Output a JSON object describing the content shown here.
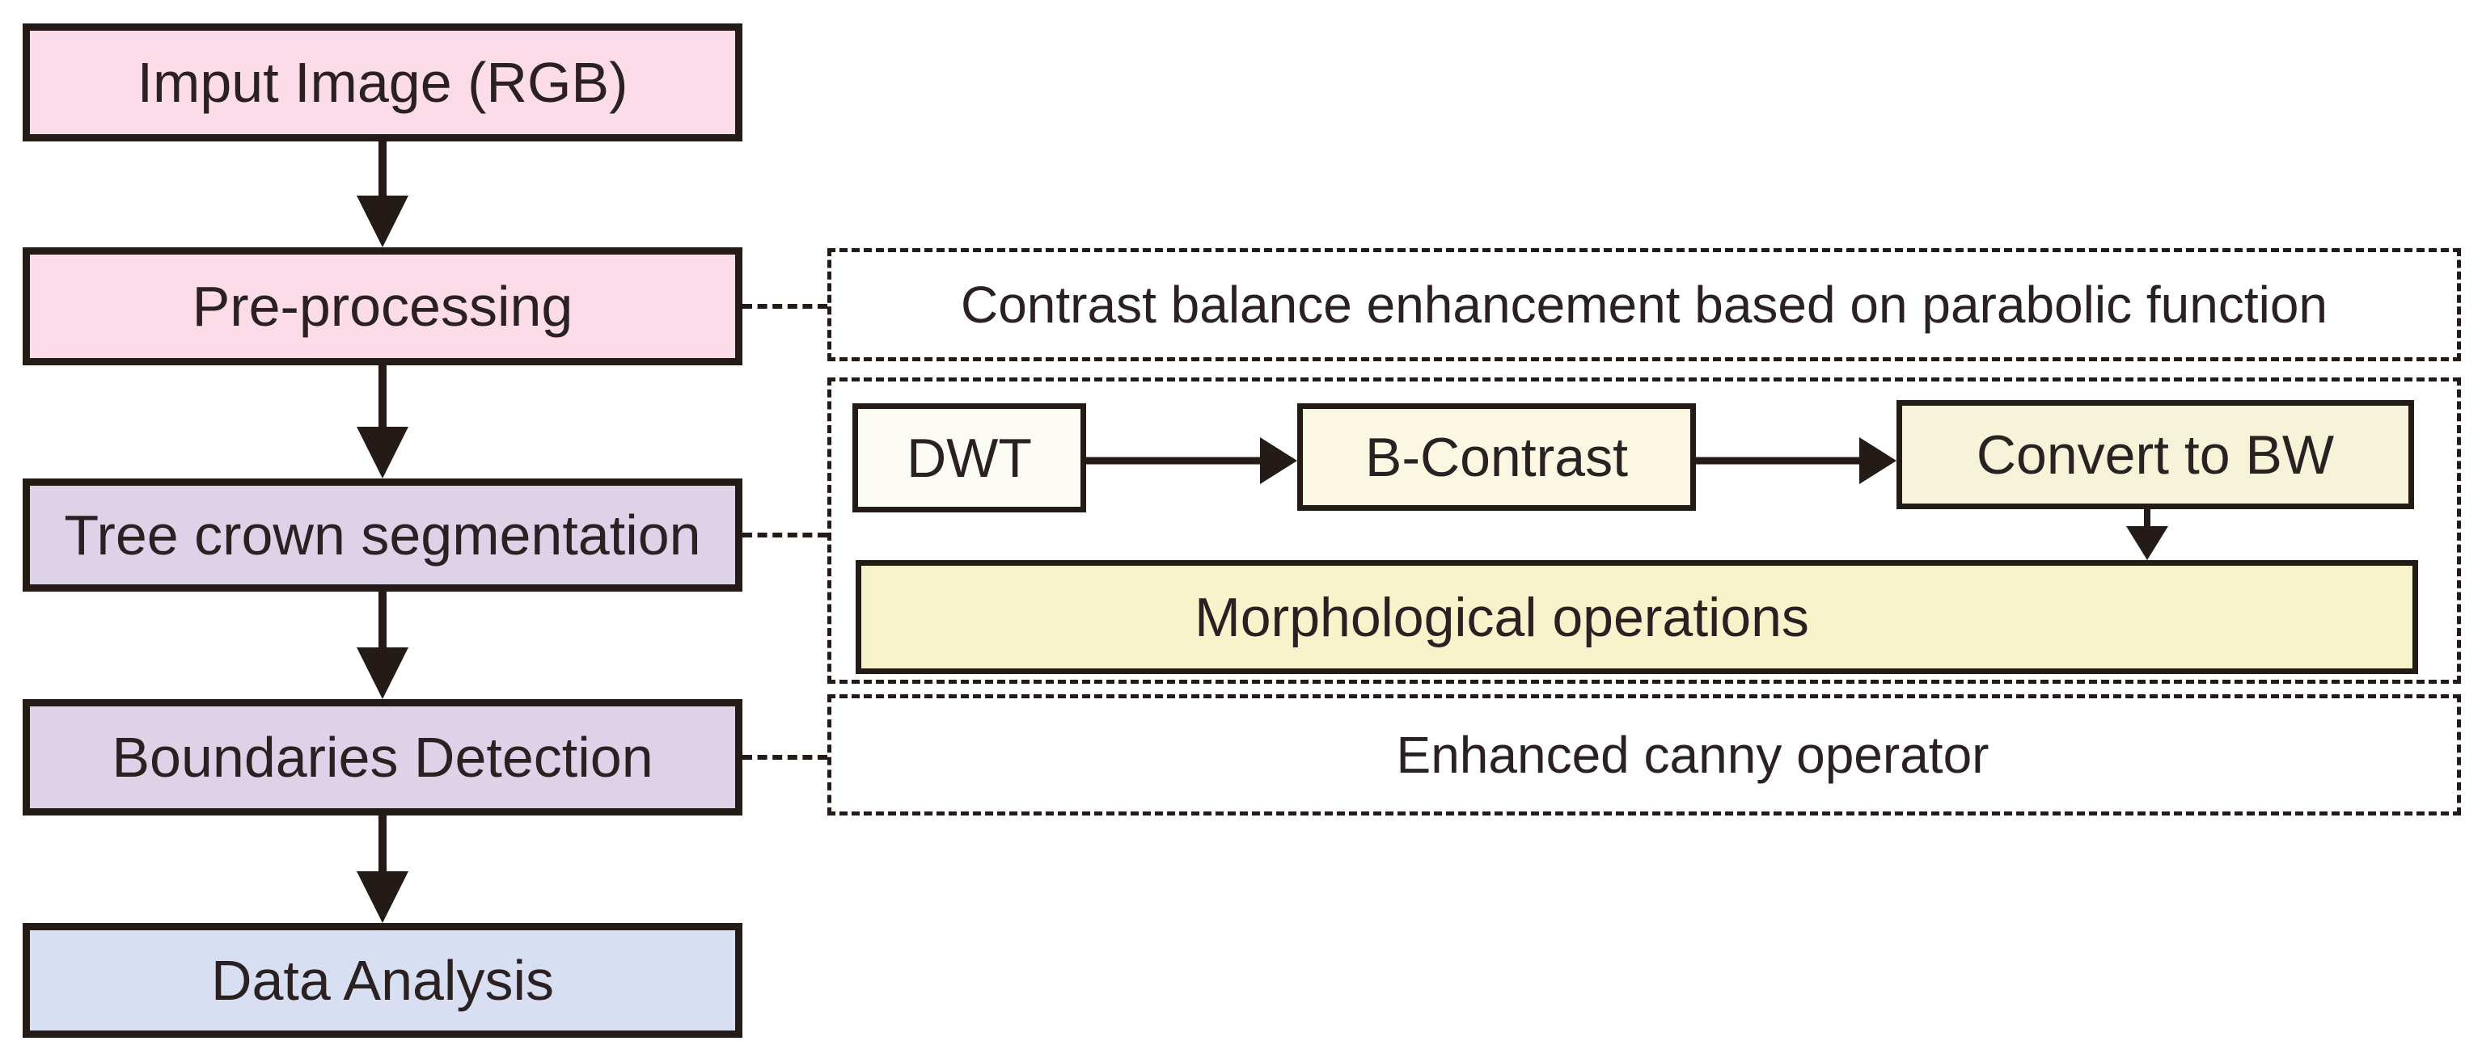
{
  "colors": {
    "pink": "#fbdce8",
    "lavender": "#ddd3e9",
    "blue": "#d9dff2",
    "near_white": "#fcfcf4",
    "cream": "#faf7e2",
    "pale_yellow": "#f6f3d9",
    "yellow": "#f7f3cb",
    "ink": "#2b2123",
    "line": "#241b16"
  },
  "pipeline": {
    "steps": [
      {
        "label": "Imput Image (RGB)"
      },
      {
        "label": "Pre-processing"
      },
      {
        "label": "Tree crown segmentation"
      },
      {
        "label": "Boundaries Detection"
      },
      {
        "label": "Data Analysis"
      }
    ]
  },
  "details": {
    "preprocessing_note": {
      "label": "Contrast balance enhancement based on parabolic function"
    },
    "segmentation_pipeline": {
      "steps": [
        {
          "label": "DWT"
        },
        {
          "label": "B-Contrast"
        },
        {
          "label": "Convert to BW"
        }
      ],
      "final": {
        "label": "Morphological operations"
      }
    },
    "boundaries_note": {
      "label": "Enhanced canny operator"
    }
  }
}
